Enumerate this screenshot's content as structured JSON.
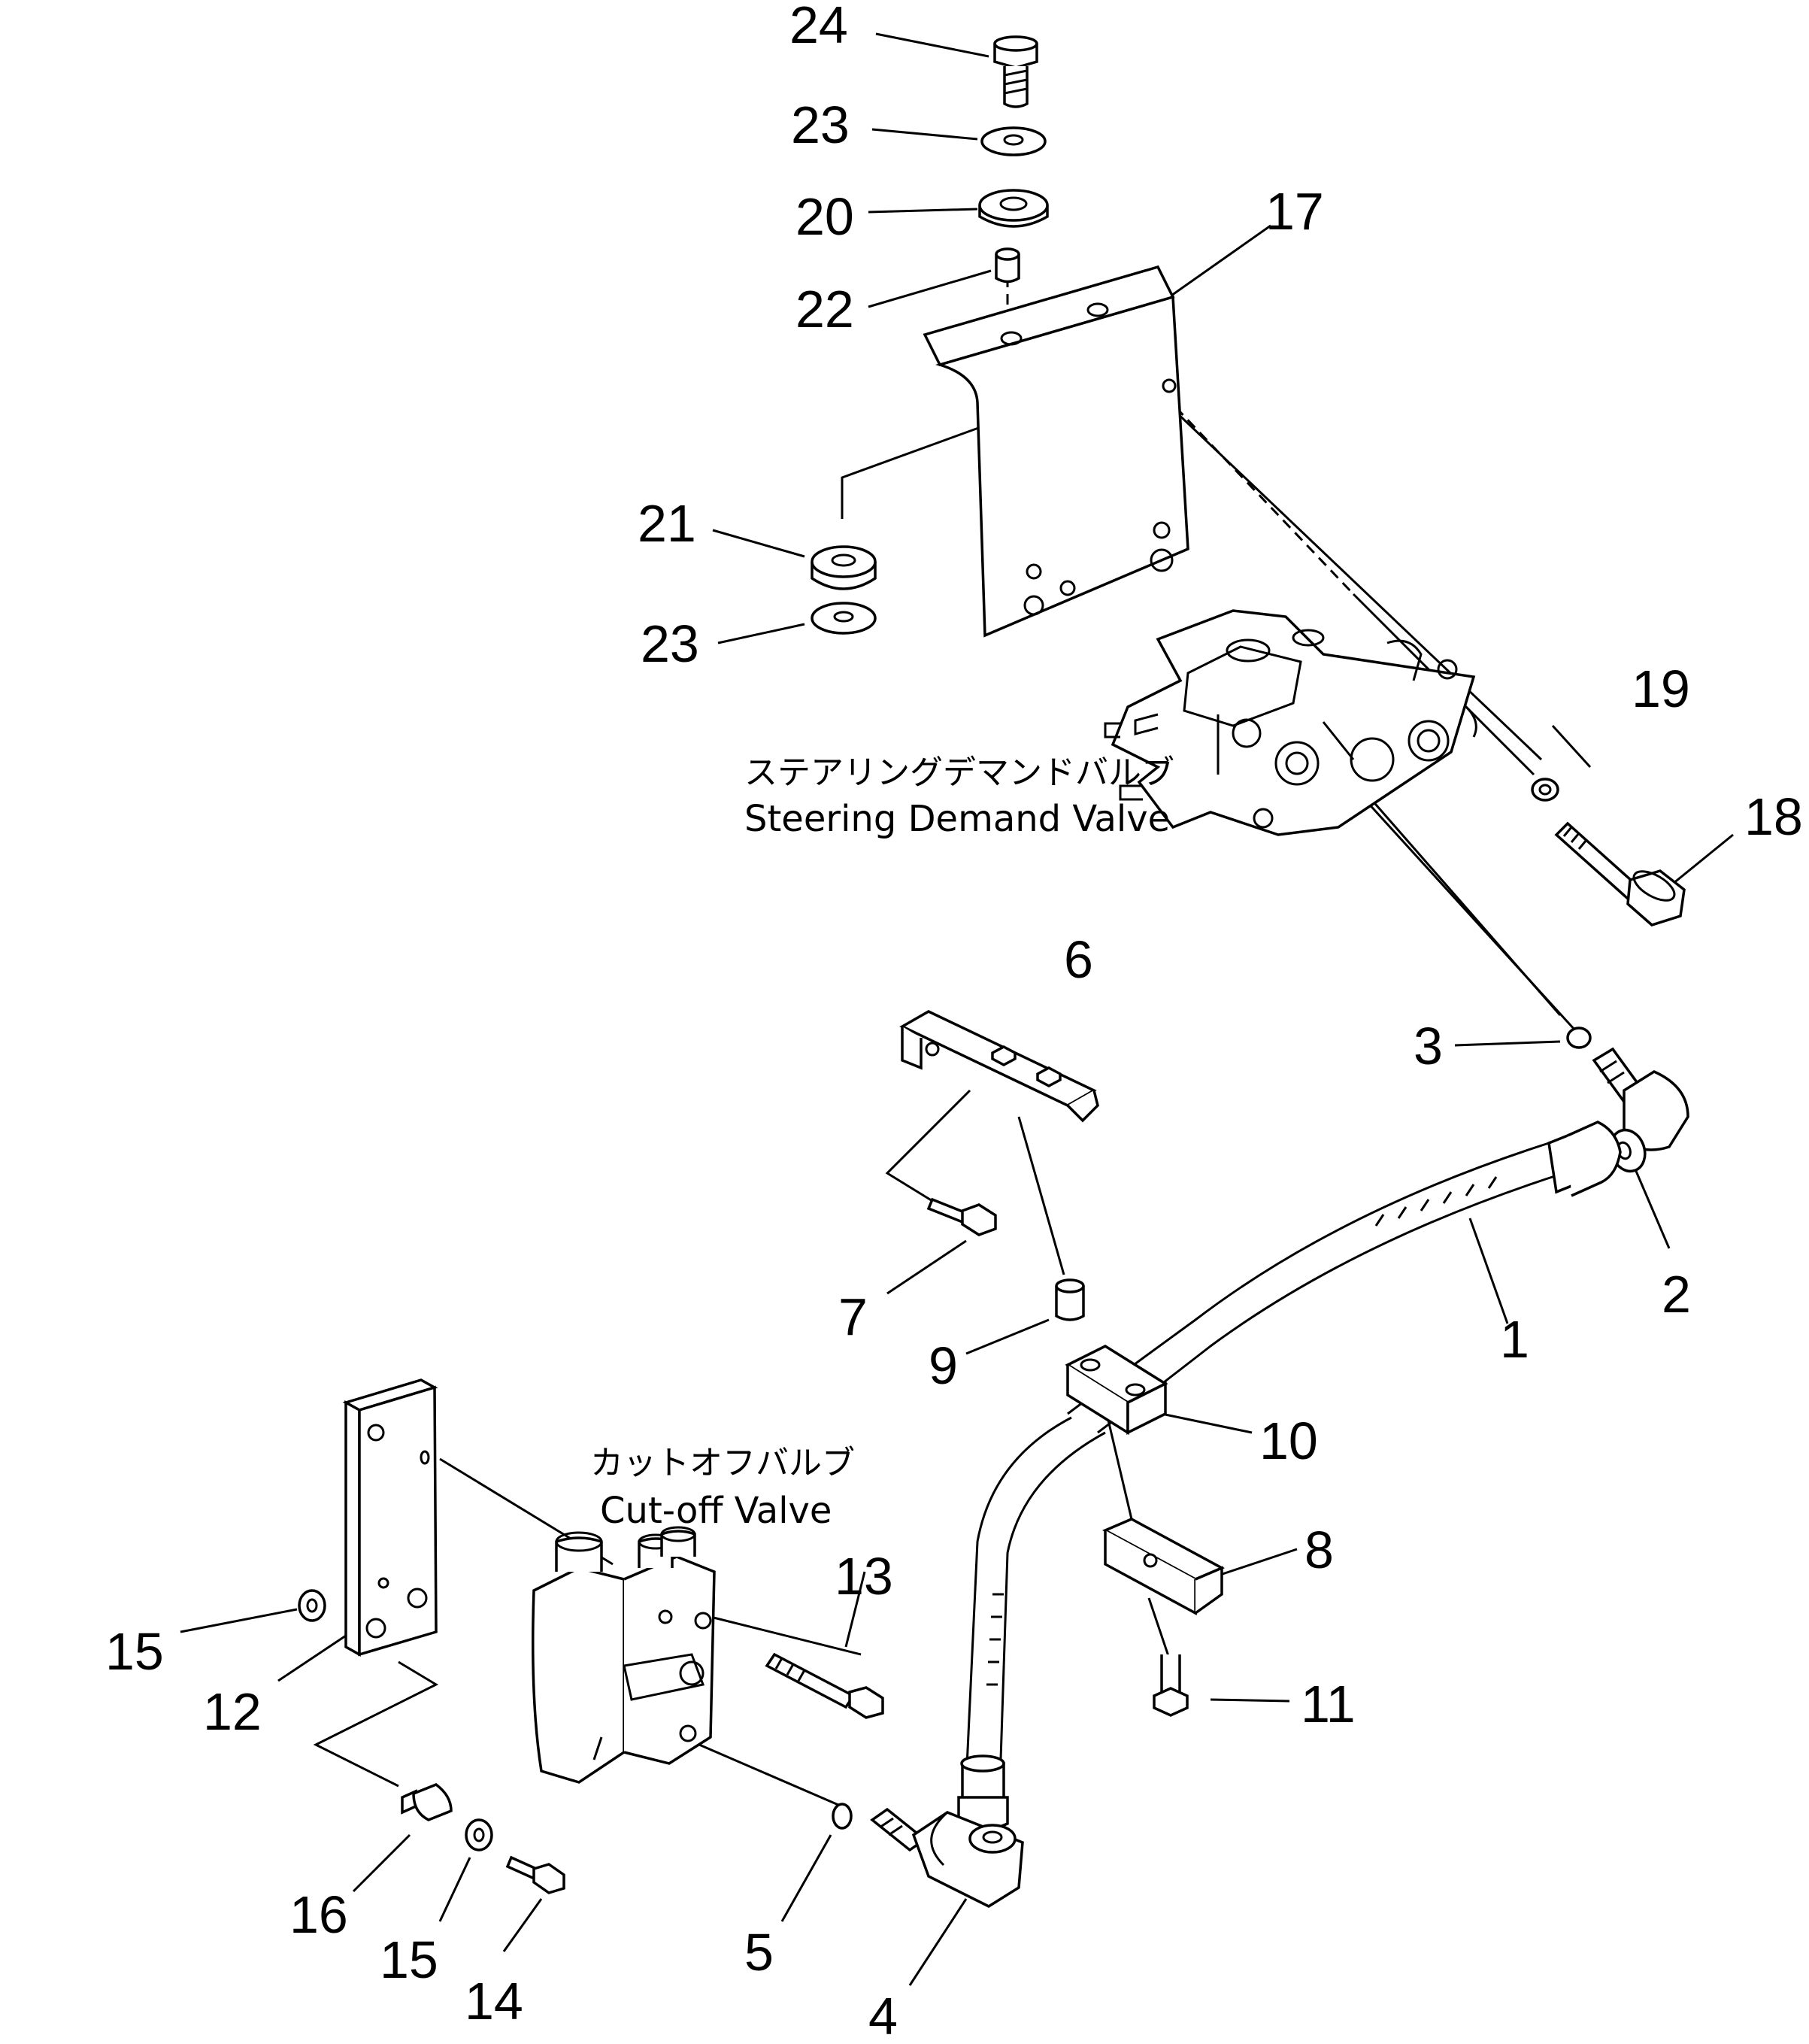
{
  "diagram": {
    "labels": {
      "steering_valve_jp": "ステアリングデマンドバルブ",
      "steering_valve_en": "Steering Demand Valve",
      "cutoff_valve_jp": "カットオフバルブ",
      "cutoff_valve_en": "Cut-off Valve"
    },
    "callouts": [
      {
        "id": "p24",
        "text": "24"
      },
      {
        "id": "p23a",
        "text": "23"
      },
      {
        "id": "p20",
        "text": "20"
      },
      {
        "id": "p22",
        "text": "22"
      },
      {
        "id": "p17",
        "text": "17"
      },
      {
        "id": "p21",
        "text": "21"
      },
      {
        "id": "p23b",
        "text": "23"
      },
      {
        "id": "p19",
        "text": "19"
      },
      {
        "id": "p18",
        "text": "18"
      },
      {
        "id": "p6",
        "text": "6"
      },
      {
        "id": "p3",
        "text": "3"
      },
      {
        "id": "p2",
        "text": "2"
      },
      {
        "id": "p1",
        "text": "1"
      },
      {
        "id": "p7",
        "text": "7"
      },
      {
        "id": "p9",
        "text": "9"
      },
      {
        "id": "p10",
        "text": "10"
      },
      {
        "id": "p8",
        "text": "8"
      },
      {
        "id": "p11",
        "text": "11"
      },
      {
        "id": "p13",
        "text": "13"
      },
      {
        "id": "p15a",
        "text": "15"
      },
      {
        "id": "p12",
        "text": "12"
      },
      {
        "id": "p16",
        "text": "16"
      },
      {
        "id": "p15b",
        "text": "15"
      },
      {
        "id": "p14",
        "text": "14"
      },
      {
        "id": "p5",
        "text": "5"
      },
      {
        "id": "p4",
        "text": "4"
      }
    ]
  }
}
